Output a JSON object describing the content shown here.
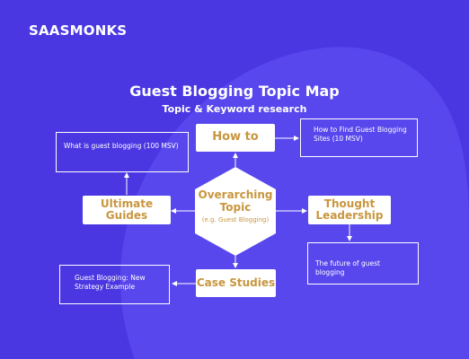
{
  "logo": {
    "text": "SAASMONKS"
  },
  "diagram": {
    "title": "Guest Blogging Topic Map",
    "subtitle": "Topic & Keyword research",
    "center": {
      "title": "Overarching Topic",
      "subtitle": "(e.g. Guest Blogging)"
    },
    "nodes": {
      "top": "How to",
      "left": "Ultimate Guides",
      "right": "Thought Leadership",
      "bottom": "Case Studies"
    },
    "notes": {
      "left_top": "What is guest blogging (100 MSV)",
      "right_top": "How to Find Guest Blogging Sites (10 MSV)",
      "right_bottom": "The future of guest blogging",
      "left_bottom": "Guest Blogging: New Strategy Example"
    }
  },
  "colors": {
    "background": "#4a37e2",
    "blob": "#5a49ef",
    "node_text": "#c8963e",
    "line": "#ffffff"
  }
}
